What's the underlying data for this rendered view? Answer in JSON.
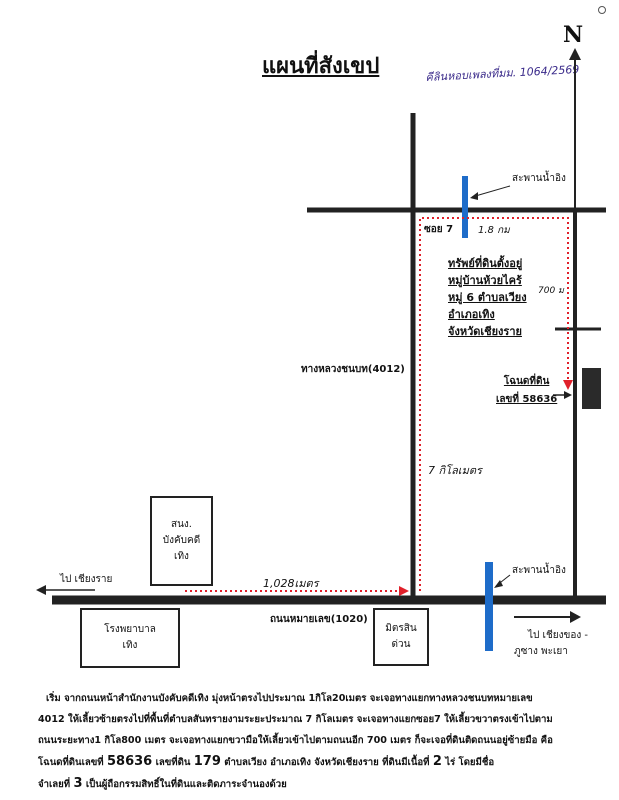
{
  "title": "แผนที่สังเขป",
  "handwritten_note": "คีลินหอบเพลงที่มม. 1064/2569",
  "north": {
    "letter": "N",
    "icon": "north-arrow-icon"
  },
  "roads": {
    "highway_4012": "ทางหลวงชนบท(4012)",
    "soi_7": "ซอย 7",
    "main_road": "ถนนหมายเลข(1020)"
  },
  "bridges": {
    "top": "สะพานน้ำอิง",
    "bottom": "สะพานน้ำอิง"
  },
  "distances": {
    "soi7_len": "1.8 กม",
    "right_len": "700 ม",
    "highway_len": "7 กิโลเมตร",
    "main_len": "1,028เมตร"
  },
  "property": {
    "line1": "ทรัพย์ที่ดินตั้งอยู่",
    "line2": "หมู่บ้านห้วยไคร้",
    "line3": "หมู่ 6 ตำบลเวียง",
    "line4": "อำเภอเทิง",
    "line5": "จังหวัดเชียงราย"
  },
  "deed": {
    "line1": "โฉนดที่ดิน",
    "line2": "เลขที่ 58636"
  },
  "places": {
    "land_office": [
      "สนง.",
      "บังคับคดี",
      "เทิง"
    ],
    "hospital": [
      "โรงพยาบาล",
      "เทิง"
    ],
    "shop": [
      "มิตรสิน",
      "ด่วน"
    ]
  },
  "destinations": {
    "left": "ไป เชียงราย",
    "right_1": "ไป เชียงของ -",
    "right_2": "ภูซาง พะเยา"
  },
  "colors": {
    "road": "#222222",
    "river": "#1e6cc9",
    "route": "#e0202a"
  },
  "directions": {
    "line1": "เริ่ม จากถนนหน้าสำนักงานบังคับคดีเทิง มุ่งหน้าตรงไปประมาณ 1กิโล20เมตร จะเจอทางแยกทางหลวงชนบทหมายเลข",
    "line2": "4012 ให้เลี้ยวซ้ายตรงไปที่พื้นที่ตำบลสันทรายงามระยะประมาณ 7 กิโลเมตร จะเจอทางแยกซอย7 ให้เลี้ยวขวาตรงเข้าไปตาม",
    "line3": "ถนนระยะทาง1 กิโล800 เมตร จะเจอทางแยกขวามือให้เลี้ยวเข้าไปตามถนนอีก 700 เมตร ก็จะเจอที่ดินติดถนนอยู่ซ้ายมือ คือ",
    "line4a": "โฉนดที่ดินเลขที่",
    "deed_no": "58636",
    "line4b": "เลขที่ดิน",
    "land_no": "179",
    "line4c": "ตำบลเวียง อำเภอเทิง จังหวัดเชียงราย ที่ดินมีเนื้อที่",
    "rai": "2",
    "line4d": "ไร่ โดยมีชื่อ",
    "line5a": "จำเลยที่",
    "defendant_no": "3",
    "line5b": "เป็นผู้ถือกรรมสิทธิ์ในที่ดินและติดภาระจำนองด้วย"
  }
}
